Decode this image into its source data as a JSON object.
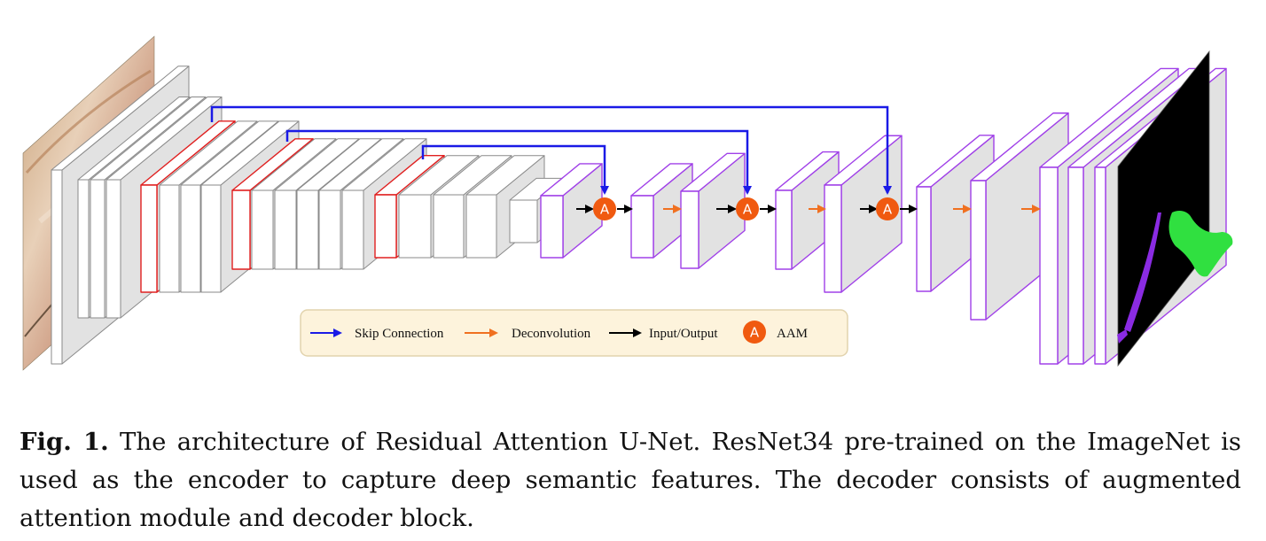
{
  "legend": {
    "skip_label": "Skip Connection",
    "deconv_label": "Deconvolution",
    "io_label": "Input/Output",
    "aam_label": "AAM",
    "aam_symbol": "A"
  },
  "caption": {
    "fig_label": "Fig. 1.",
    "text": "The architecture of Residual Attention U-Net. ResNet34 pre-trained on the ImageNet is used as the encoder to capture deep semantic features. The decoder consists of augmented attention module and decoder block."
  },
  "colors": {
    "skip": "#1a1ae6",
    "deconv": "#f07020",
    "io": "#000000",
    "aam": "#f05a10",
    "encoder_highlight": "#e02020",
    "decoder_outline": "#a040e8",
    "block_face": "#ffffff",
    "block_side": "#e2e2e2",
    "output_bg": "#000000",
    "mask_instrument_1": "#8a2be2",
    "mask_instrument_2": "#30e040",
    "legend_bg": "#fdf3dc",
    "legend_border": "#e2d3ad"
  },
  "icons": [
    "input-image",
    "output-mask",
    "aam-icon"
  ]
}
